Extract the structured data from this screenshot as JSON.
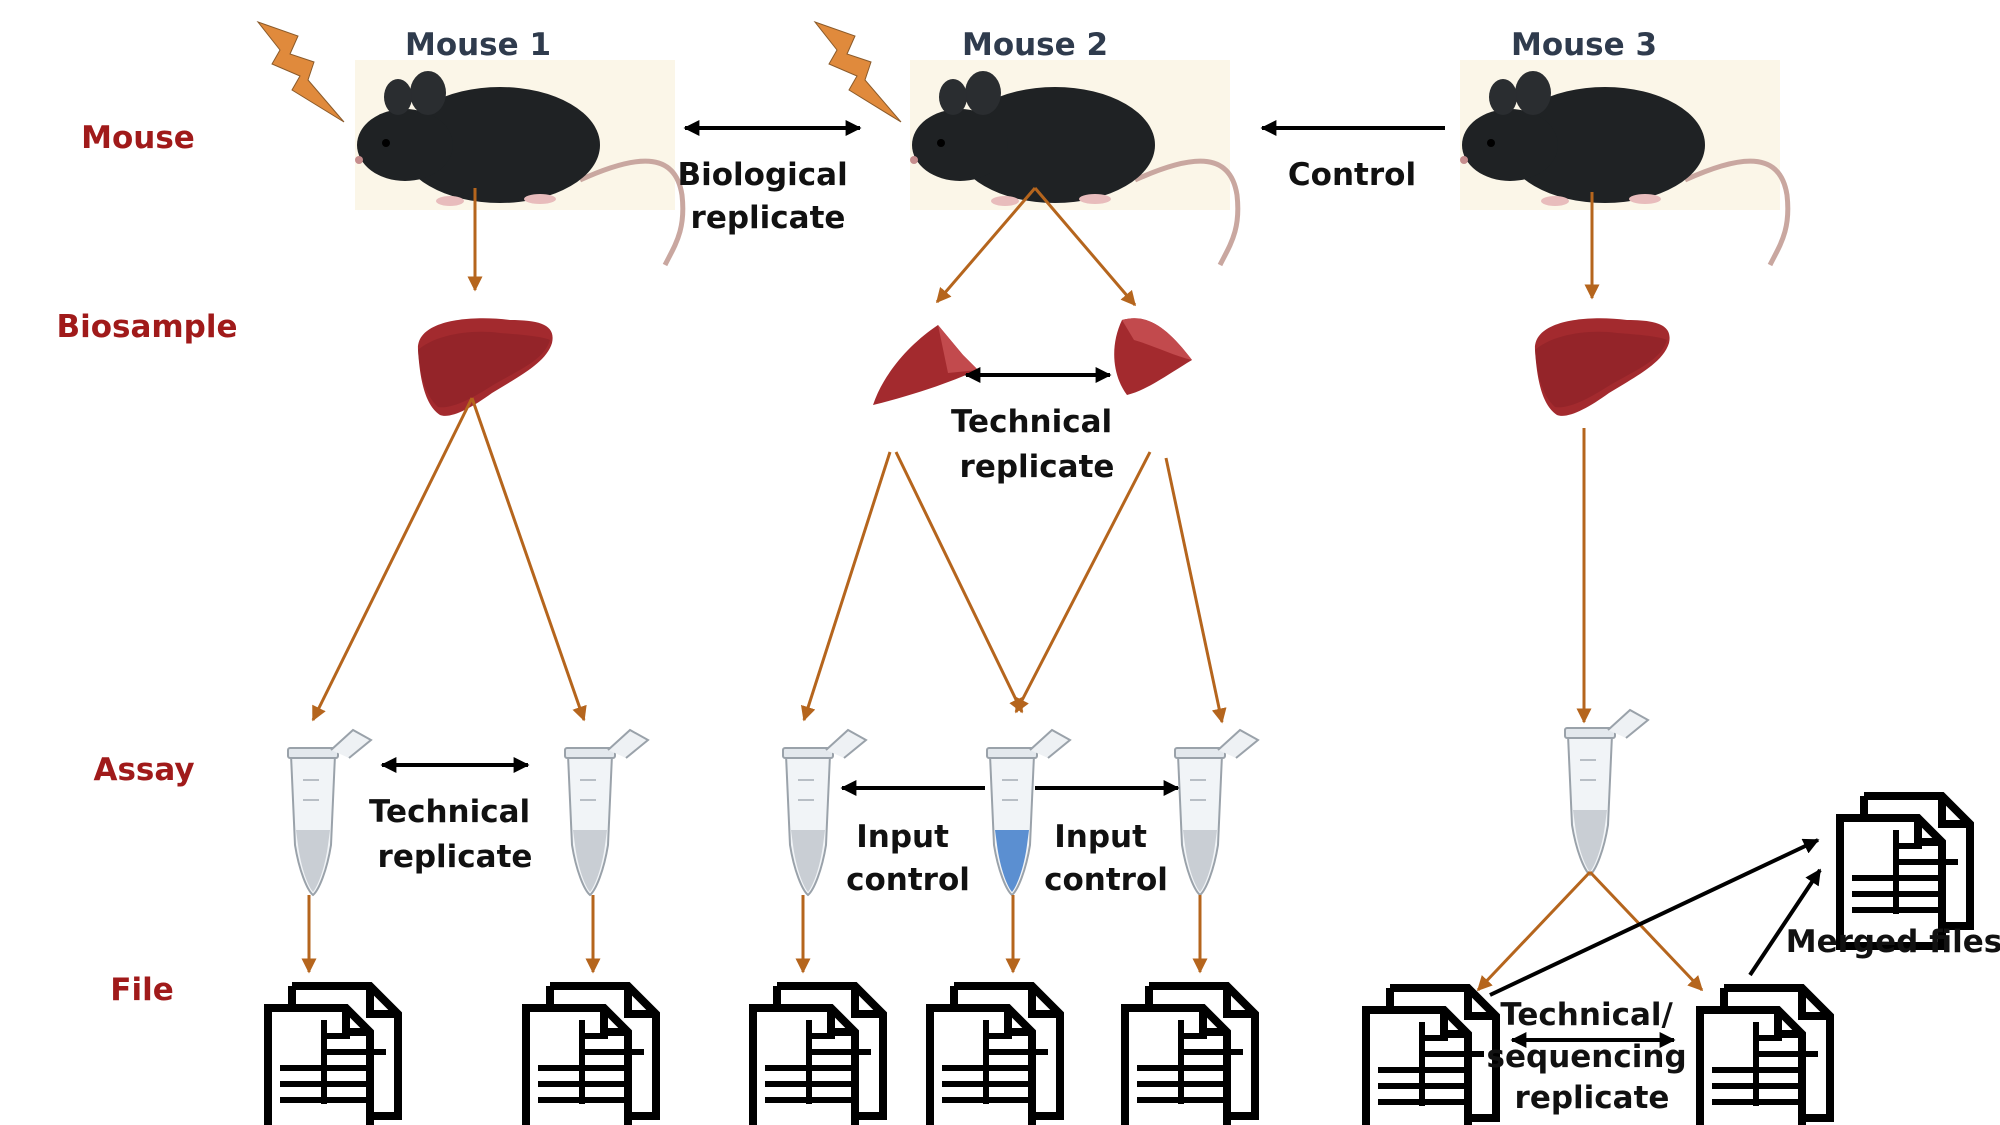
{
  "row_labels": {
    "mouse": "Mouse",
    "biosample": "Biosample",
    "assay": "Assay",
    "file": "File"
  },
  "mice": {
    "m1": "Mouse 1",
    "m2": "Mouse 2",
    "m3": "Mouse 3"
  },
  "annotations": {
    "biological_replicate": [
      "Biological",
      "replicate"
    ],
    "control": "Control",
    "technical_replicate_biosample": [
      "Technical",
      "replicate"
    ],
    "technical_replicate_assay": [
      "Technical",
      "replicate"
    ],
    "input_control_left": [
      "Input",
      "control"
    ],
    "input_control_right": [
      "Input",
      "control"
    ],
    "tech_seq_replicate": [
      "Technical/",
      "sequencing",
      "replicate"
    ],
    "merged_files": "Merged files"
  },
  "colors": {
    "row_label": "#a01a1a",
    "mouse_title": "#2f3b4d",
    "flow_arrow": "#b5651d",
    "relation_arrow": "#000000",
    "liver": "#a32a2e",
    "bolt": "#e08a3c",
    "input_liquid": "#5b8fd1"
  },
  "icons": [
    "lightning-icon",
    "mouse-icon",
    "liver-icon",
    "tube-icon",
    "file-icon"
  ]
}
